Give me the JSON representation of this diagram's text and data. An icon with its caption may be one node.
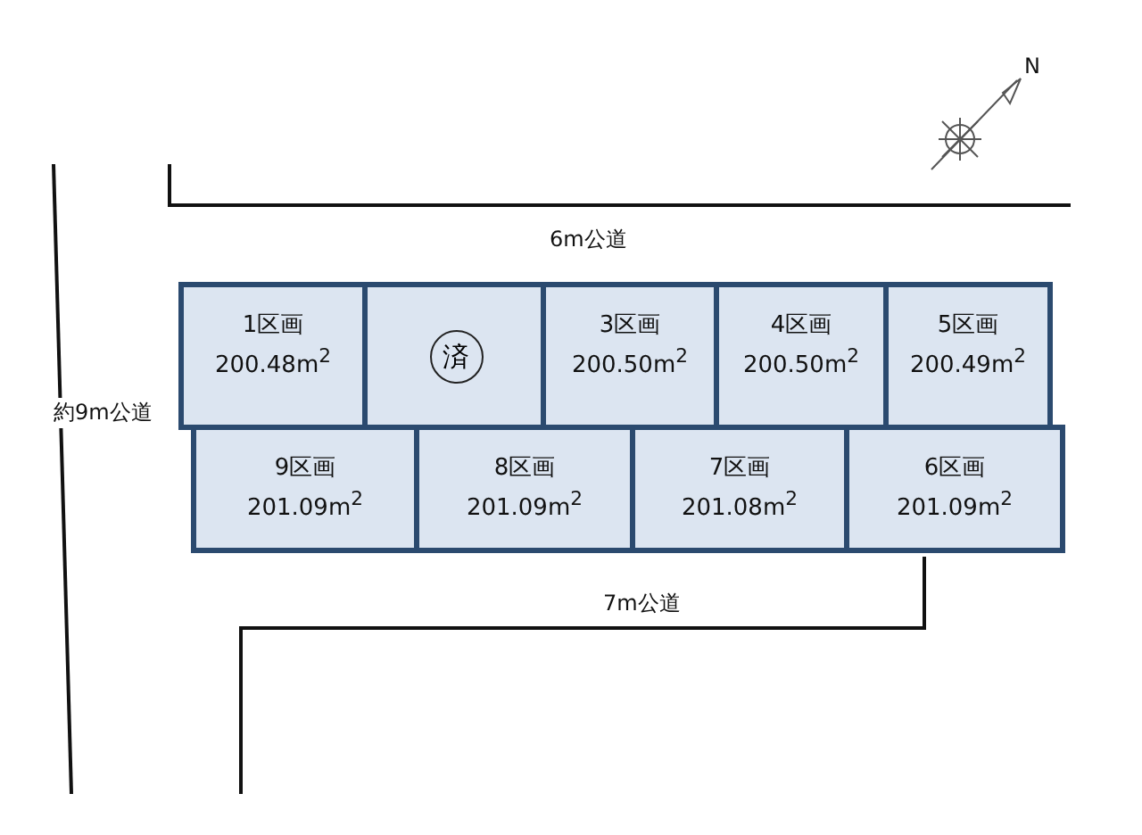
{
  "diagram": {
    "nodes": [
      {
        "text": [
          "1区画",
          "200.48m$^{2}$"
        ]
      },
      {
        "text": [
          "済"
        ]
      },
      {
        "text": [
          "3区画",
          "200.50m$^{2}$"
        ]
      },
      {
        "text": [
          "4区画",
          "200.50m$^{2}$"
        ]
      },
      {
        "text": [
          "5区画",
          "200.49m$^{2}$"
        ]
      },
      {
        "text": [
          "9区画",
          "201.09m$^{2}$"
        ]
      },
      {
        "text": [
          "8区画",
          "201.09m$^{2}$"
        ]
      },
      {
        "text": [
          "7区画",
          "201.08m$^{2}$"
        ]
      },
      {
        "text": [
          "6区画",
          "201.09m$^{2}$"
        ]
      }
    ],
    "labels": [
      "N",
      "6m公道",
      "約9m公道",
      "7m公道"
    ]
  }
}
